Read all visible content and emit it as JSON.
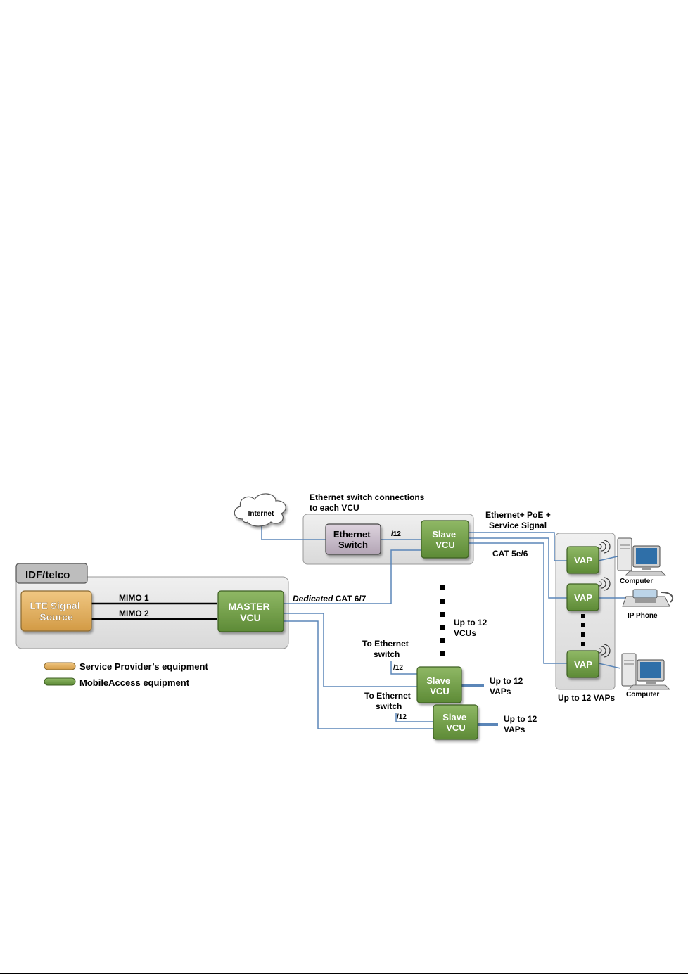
{
  "diagram": {
    "idf_tab": "IDF/telco",
    "lte_source": [
      "LTE Signal",
      "Source"
    ],
    "master_vcu": [
      "MASTER",
      "VCU"
    ],
    "mimo1": "MIMO 1",
    "mimo2": "MIMO 2",
    "dedicated_prefix": "Dedicated",
    "dedicated_suffix": " CAT 6/7",
    "internet": "Internet",
    "eth_switch_caption": [
      "Ethernet switch connections",
      "to each VCU"
    ],
    "eth_switch": [
      "Ethernet",
      "Switch"
    ],
    "slash12": "/12",
    "slave_vcu": [
      "Slave",
      "VCU"
    ],
    "eth_poe": [
      "Ethernet+ PoE +",
      "Service Signal"
    ],
    "cat5": "CAT 5e/6",
    "vap": "VAP",
    "computer": "Computer",
    "ip_phone": "IP Phone",
    "up_to_12_vaps_group": "Up to 12 VAPs",
    "up_to_12_vcus": [
      "Up to 12",
      "VCUs"
    ],
    "to_ethernet_switch": [
      "To Ethernet",
      "switch"
    ],
    "up_to_12_vaps": [
      "Up to 12",
      "VAPs"
    ]
  },
  "legend": {
    "service_provider": "Service Provider’s equipment",
    "mobileaccess": "MobileAccess equipment"
  },
  "colors": {
    "green": "#6f9a45",
    "orange": "#e0b060",
    "gray_panel": "#e6e6e6",
    "blue_line": "#5b86b8",
    "switch_purple": "#c4b8c6"
  }
}
